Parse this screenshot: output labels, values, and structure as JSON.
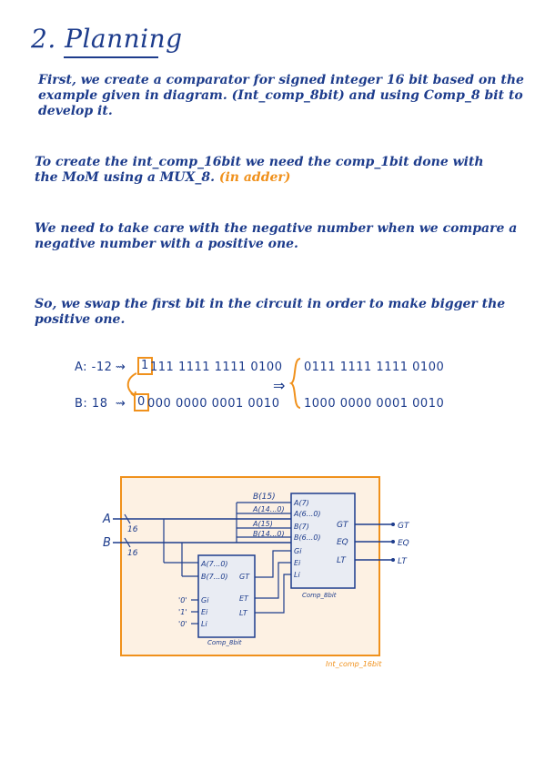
{
  "title": "2. Planning",
  "p1": {
    "l1": "First, we create a comparator for signed integer 16 bit based on the",
    "l2": "example given in diagram. (Int_comp_8bit) and using Comp_8 bit to",
    "l3": "develop it."
  },
  "p2": {
    "l1": "To create the int_comp_16bit we need the comp_1bit done with",
    "l2a": "the MoM using a MUX_8.",
    "l2b": "(in adder)"
  },
  "p3": {
    "l1": "We need to take care with the negative number when we compare a",
    "l2": "negative number with a positive one."
  },
  "p4": {
    "l1": "So, we swap the first bit in the circuit in order to make bigger the",
    "l2": "positive one."
  },
  "example": {
    "a_label": "A: -12",
    "a_first": "1",
    "a_rest": "111 1111 1111 0100",
    "b_label": "B: 18",
    "b_first": "0",
    "b_rest": "000 0000 0001 0010",
    "a_swapped": "0111 1111 1111 0100",
    "b_swapped": "1000 0000 0001 0010"
  },
  "circuit": {
    "input_a": "A",
    "input_b": "B",
    "bus_a": "16",
    "bus_b": "16",
    "top_inputs": [
      "B(15)",
      "A(14...0)",
      "A(15)",
      "B(14...0)"
    ],
    "top_ports_in": [
      "A(7)",
      "A(6...0)",
      "B(7)",
      "B(6...0)",
      "Gi",
      "Ei",
      "Li"
    ],
    "top_ports_out": [
      "GT",
      "EQ",
      "LT"
    ],
    "top_name": "Comp_8bit",
    "bottom_ports_in": [
      "A(7...0)",
      "B(7...0)"
    ],
    "bottom_ctrl": [
      "'0'",
      "'1'",
      "'0'"
    ],
    "bottom_ctrl_ports": [
      "Gi",
      "Ei",
      "Li"
    ],
    "bottom_ports_out": [
      "GT",
      "ET",
      "LT"
    ],
    "bottom_name": "Comp_8bit",
    "outputs": [
      "GT",
      "EQ",
      "LT"
    ],
    "frame_name": "Int_comp_16bit"
  },
  "colors": {
    "ink": "#1d3c8c",
    "orange": "#f0911c",
    "frame_fill": "#fdf1e3"
  }
}
